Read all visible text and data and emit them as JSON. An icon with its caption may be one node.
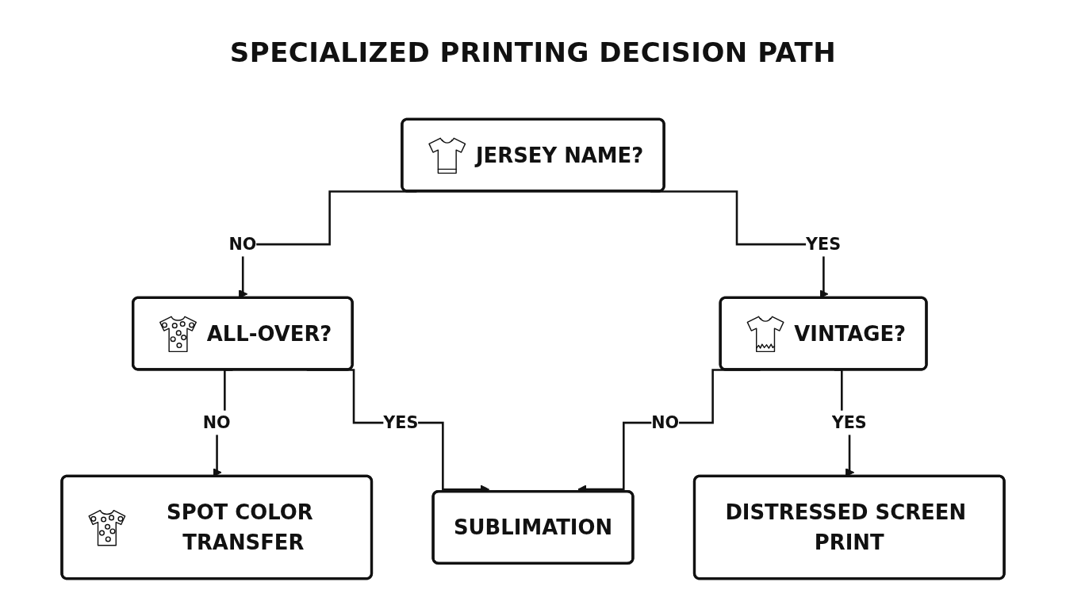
{
  "diagram": {
    "title": "SPECIALIZED PRINTING DECISION PATH",
    "nodes": [
      {
        "text": [
          "JERSEY NAME?"
        ]
      },
      {
        "text": [
          "ALL-OVER?"
        ]
      },
      {
        "text": [
          "VINTAGE?"
        ]
      },
      {
        "text": [
          "SPOT COLOR TRANSFER"
        ]
      },
      {
        "text": [
          "SUBLIMATION"
        ]
      },
      {
        "text": [
          "DISTRESSED SCREEN PRINT"
        ]
      }
    ],
    "edges": [
      {
        "from": 0,
        "to": 1,
        "arrow": "to",
        "label": "NO"
      },
      {
        "from": 0,
        "to": 2,
        "arrow": "to",
        "label": "YES"
      },
      {
        "from": 1,
        "to": 3,
        "arrow": "to",
        "label": "NO"
      },
      {
        "from": 1,
        "to": 4,
        "arrow": "to",
        "label": "YES"
      },
      {
        "from": 2,
        "to": 4,
        "arrow": "to",
        "label": "NO"
      },
      {
        "from": 2,
        "to": 5,
        "arrow": "to",
        "label": "YES"
      }
    ]
  }
}
